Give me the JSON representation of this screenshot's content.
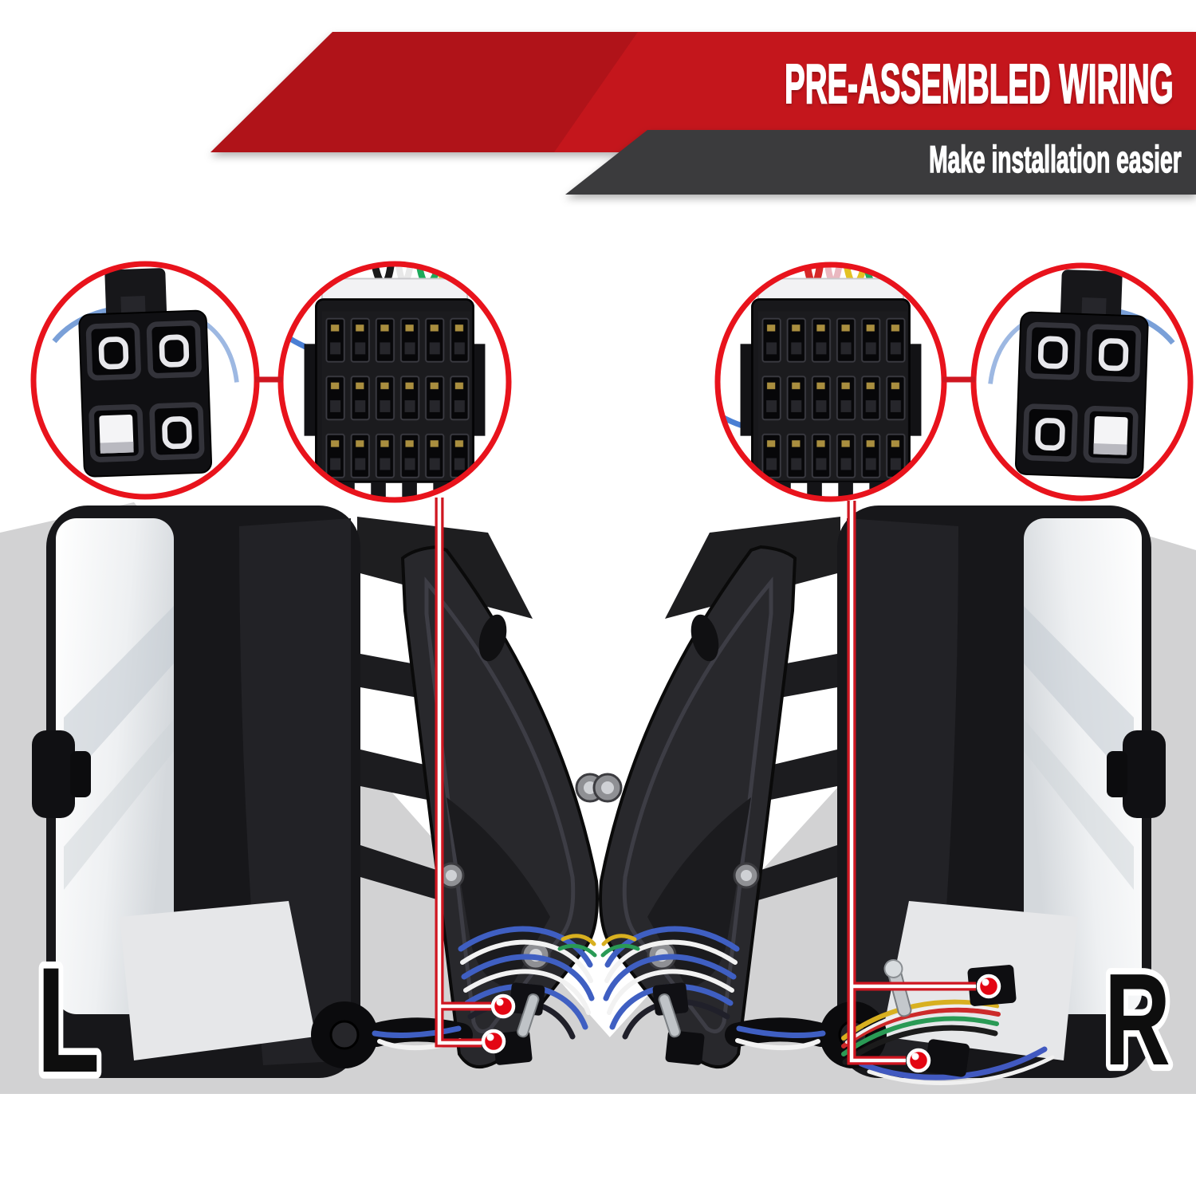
{
  "title_banner": {
    "title": "PRE-ASSEMBLED WIRING",
    "subtitle": "Make installation easier"
  },
  "side_labels": {
    "left": "L",
    "right": "R"
  },
  "callouts": {
    "left_mirror": [
      {
        "icon": "4-pin-square-connector-photo"
      },
      {
        "icon": "18-pin-harness-connector-photo"
      }
    ],
    "right_mirror": [
      {
        "icon": "18-pin-harness-connector-photo"
      },
      {
        "icon": "4-pin-square-connector-photo"
      }
    ],
    "wiring_point_markers_per_side": 2
  },
  "subjects": {
    "left": "driver-side-tow-mirror-back-photo",
    "right": "passenger-side-tow-mirror-back-photo"
  },
  "colors": {
    "banner_red": "#c4121a",
    "banner_red_dark_overlay": "#ad0f16",
    "banner_dark_gray": "#3b3b3e",
    "callout_ring_red": "#e8131c",
    "leader_line_red": "#cf1620",
    "marker_dot_red": "#e30613",
    "background_band_gray": "#d2d2d3",
    "letter_black": "#0e0e0e",
    "white": "#ffffff"
  }
}
